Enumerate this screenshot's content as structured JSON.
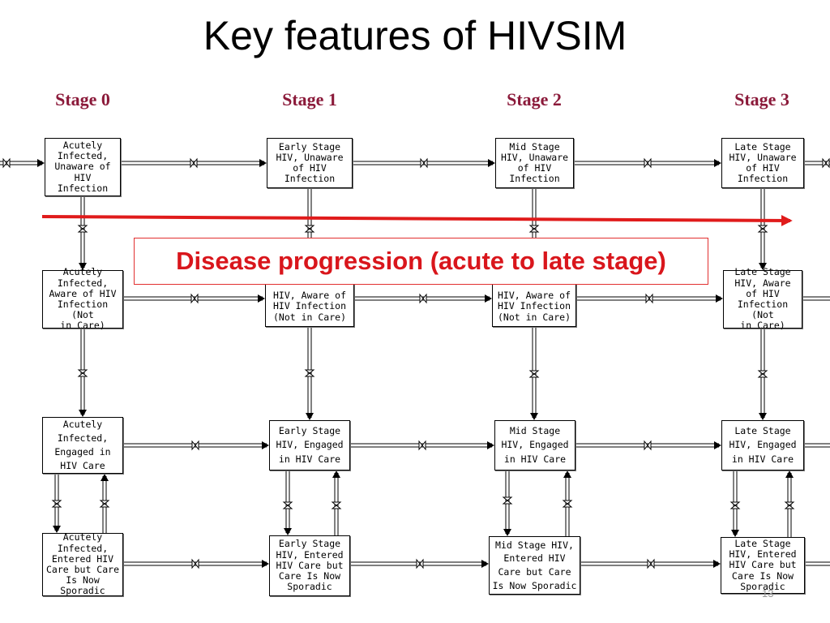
{
  "title": "Key features of HIVSIM",
  "stages": [
    "Stage 0",
    "Stage 1",
    "Stage 2",
    "Stage 3"
  ],
  "boxes": {
    "r0": [
      "Acutely\nInfected,\nUnaware of\nHIV\nInfection",
      "Early Stage\nHIV, Unaware\nof HIV\nInfection",
      "Mid Stage\nHIV, Unaware\nof HIV\nInfection",
      "Late Stage\nHIV, Unaware\nof HIV\nInfection"
    ],
    "r1": [
      "Acutely\nInfected,\nAware of HIV\nInfection (Not\nin Care)",
      "HIV, Aware of\nHIV Infection\n(Not in Care)",
      "HIV, Aware of\nHIV Infection\n(Not in Care)",
      "Late Stage\nHIV, Aware\nof HIV\nInfection (Not\nin Care)"
    ],
    "r2": [
      "Acutely\nInfected,\nEngaged in\nHIV Care",
      "Early Stage\nHIV, Engaged\nin HIV Care",
      "Mid Stage\nHIV, Engaged\nin HIV Care",
      "Late Stage\nHIV, Engaged\nin HIV Care"
    ],
    "r3": [
      "Acutely\nInfected,\nEntered HIV\nCare but Care\nIs Now\nSporadic",
      "Early Stage\nHIV, Entered\nHIV Care but\nCare Is Now\nSporadic",
      "Mid Stage HIV,\nEntered HIV\nCare but Care\nIs Now Sporadic",
      "Late Stage\nHIV, Entered\nHIV Care but\nCare Is Now\nSporadic"
    ]
  },
  "callout": "Disease progression (acute to late stage)",
  "page_number": "13",
  "colors": {
    "stage_label": "#8b1a3a",
    "arrow_red": "#e01b1b",
    "callout_text": "#d9161c"
  }
}
